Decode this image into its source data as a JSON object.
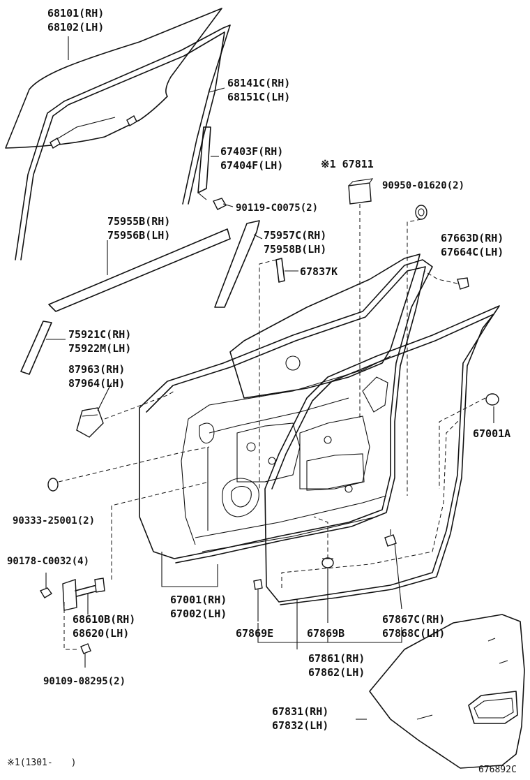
{
  "diagram": {
    "labels": {
      "glass": [
        "68101(RH)",
        "68102(LH)"
      ],
      "run_channel": [
        "68141C(RH)",
        "68151C(LH)"
      ],
      "sash_channel": [
        "67403F(RH)",
        "67404F(LH)"
      ],
      "ref_67811": "※1 67811",
      "grommet": "90950-01620(2)",
      "bolt": "90119-C0075(2)",
      "belt_moulding": [
        "75955B(RH)",
        "75956B(LH)"
      ],
      "garnish_rear": [
        "75957C(RH)",
        "75958B(LH)"
      ],
      "part_67837k": "67837K",
      "cover": [
        "67663D(RH)",
        "67664C(LH)"
      ],
      "garnish_front": [
        "75921C(RH)",
        "75922M(LH)"
      ],
      "mirror_cover": [
        "87963(RH)",
        "87964(LH)"
      ],
      "clip_67001a": "67001A",
      "plug": "90333-25001(2)",
      "nut": "90178-C0032(4)",
      "door_panel": [
        "67001(RH)",
        "67002(LH)"
      ],
      "check_assy": [
        "68610B(RH)",
        "68620(LH)"
      ],
      "part_67869e": "67869E",
      "part_67869b": "67869B",
      "weatherstrip_clip": [
        "67867C(RH)",
        "67868C(LH)"
      ],
      "weatherstrip": [
        "67861(RH)",
        "67862(LH)"
      ],
      "bolt_check": "90109-08295(2)",
      "service_hole_cover": [
        "67831(RH)",
        "67832(LH)"
      ],
      "footnote": "※1(1301-　　)",
      "figure_code": "676892C"
    }
  }
}
